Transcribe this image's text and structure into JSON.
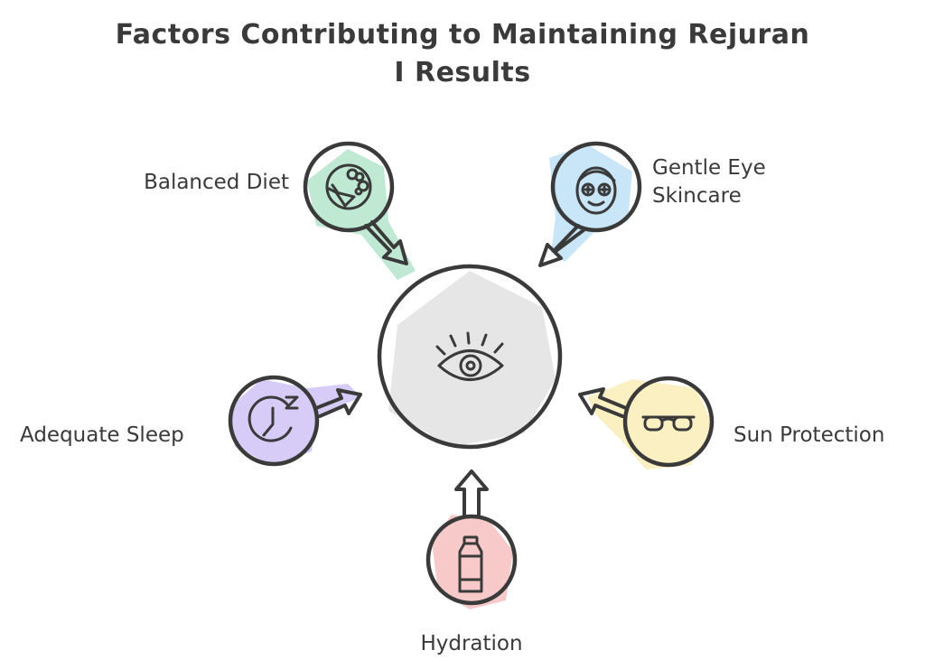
{
  "title": {
    "line1": "Factors Contributing to Maintaining Rejuran",
    "line2": "I Results"
  },
  "center": {
    "icon": "eye-icon",
    "color": "#e6e6e6"
  },
  "factors": [
    {
      "id": "balanced-diet",
      "label": "Balanced Diet",
      "icon": "vegetables-icon",
      "color": "#bfe9d3"
    },
    {
      "id": "gentle-eye-skincare",
      "label_lines": [
        "Gentle Eye",
        "Skincare"
      ],
      "icon": "face-mask-icon",
      "color": "#c8e6f7"
    },
    {
      "id": "adequate-sleep",
      "label": "Adequate Sleep",
      "icon": "clock-sleep-icon",
      "color": "#d6ccf7"
    },
    {
      "id": "sun-protection",
      "label": "Sun Protection",
      "icon": "sunglasses-icon",
      "color": "#fbf0c2"
    },
    {
      "id": "hydration",
      "label": "Hydration",
      "icon": "water-bottle-icon",
      "color": "#f8c9c9"
    }
  ]
}
